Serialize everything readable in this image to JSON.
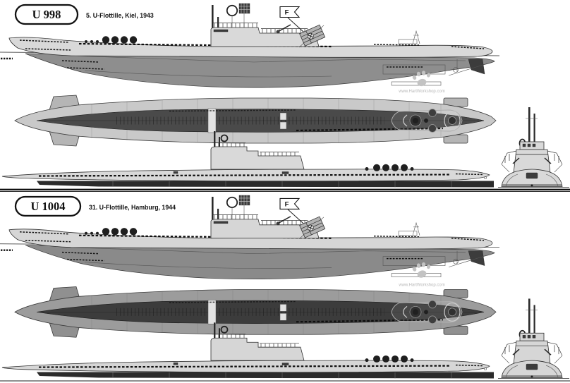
{
  "panels": [
    {
      "boat_id": "U 998",
      "flotilla": "5. U-Flottille, Kiel, 1943",
      "pennant_letter": "F",
      "watermark": "www.HartWorkshop.com"
    },
    {
      "boat_id": "U 1004",
      "flotilla": "31. U-Flottille, Hamburg, 1944",
      "pennant_letter": "F",
      "watermark": "www.HartWorkshop.com"
    }
  ],
  "colors": {
    "background": "#ffffff",
    "hull_light": "#d9d9d9",
    "hull_lower": "#8e8e8e",
    "deck_dark": "#4a4a4a",
    "plan_casing_top_boat": "#c9c9c9",
    "plan_casing_bottom_boat": "#9c9c9c",
    "outline": "#2f2f2f",
    "watermark_gray": "#b8b8b8"
  }
}
